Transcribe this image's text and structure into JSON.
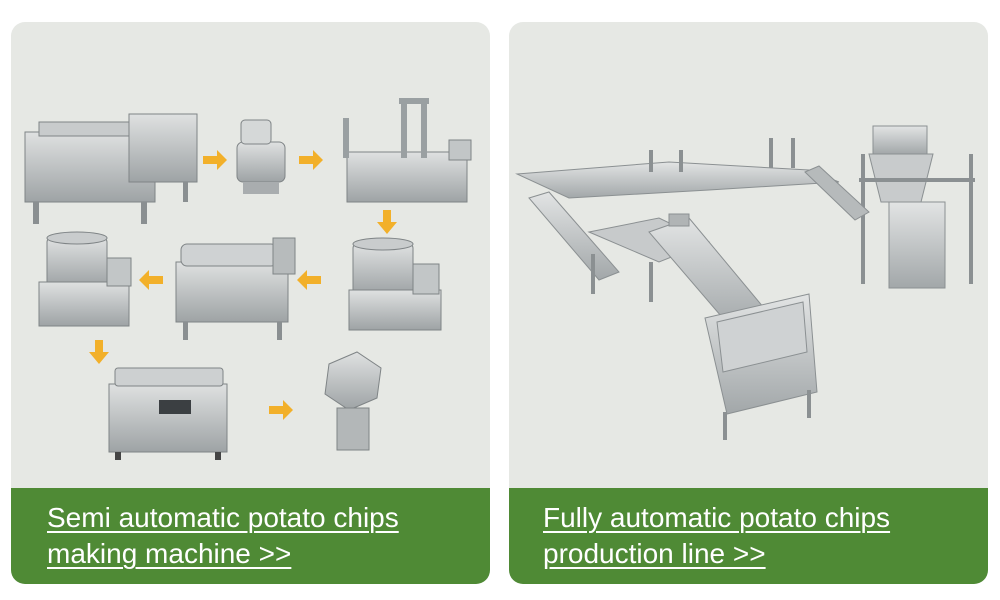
{
  "cards": [
    {
      "link_line1": "Semi automatic potato chips",
      "link_line2": "making machine >>"
    },
    {
      "link_line1": "Fully automatic potato chips",
      "link_line2": "production line >>"
    }
  ],
  "colors": {
    "banner": "#4f8a35",
    "card_bg": "#e6e8e4",
    "arrow": "#f2b02a",
    "steel": "#b9bcbd"
  },
  "icons": [
    "arrow-right-icon",
    "arrow-down-icon",
    "arrow-left-icon"
  ]
}
